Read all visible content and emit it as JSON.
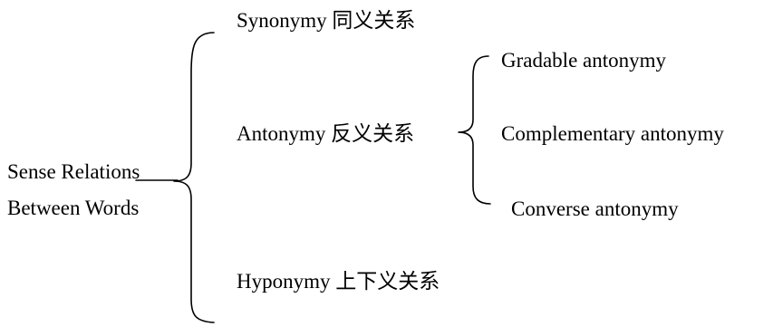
{
  "root": {
    "line1": "Sense Relations",
    "line2": "Between Words"
  },
  "branches": [
    {
      "label": "Synonymy 同义关系"
    },
    {
      "label": "Antonymy 反义关系"
    },
    {
      "label": "Hyponymy 上下义关系"
    }
  ],
  "antonymy_types": [
    {
      "label": "Gradable antonymy"
    },
    {
      "label": "Complementary antonymy"
    },
    {
      "label": "Converse antonymy"
    }
  ],
  "colors": {
    "text": "#000000",
    "background": "#ffffff"
  }
}
